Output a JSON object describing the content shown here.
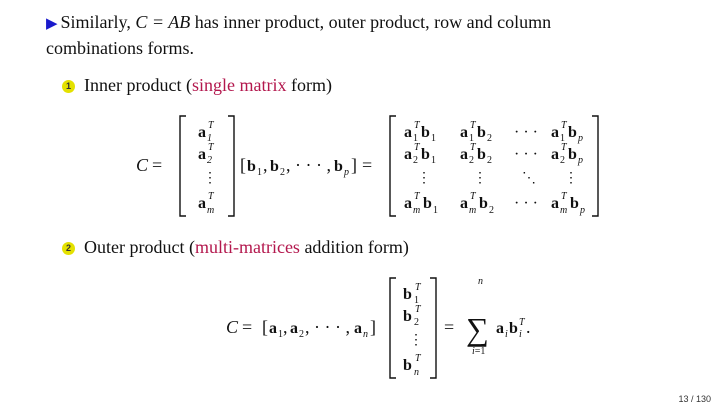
{
  "intro": {
    "lead": "Similarly, ",
    "equation": "C = AB",
    "rest": " has inner product, outer product, row and column",
    "line2": "combinations forms."
  },
  "items": [
    {
      "number": "1",
      "text_before": "Inner product (",
      "highlight": "single matrix",
      "text_after": " form)"
    },
    {
      "number": "2",
      "text_before": "Outer product (",
      "highlight": "multi-matrices",
      "text_after": " addition form)"
    }
  ],
  "page_number": "13 / 130",
  "colors": {
    "accent": "#b3174d",
    "triangle": "#1a1acc",
    "bullet": "#e4e100"
  },
  "icons": {
    "intro_marker": "right-triangle-icon",
    "bullet": "numbered-circle-icon"
  }
}
